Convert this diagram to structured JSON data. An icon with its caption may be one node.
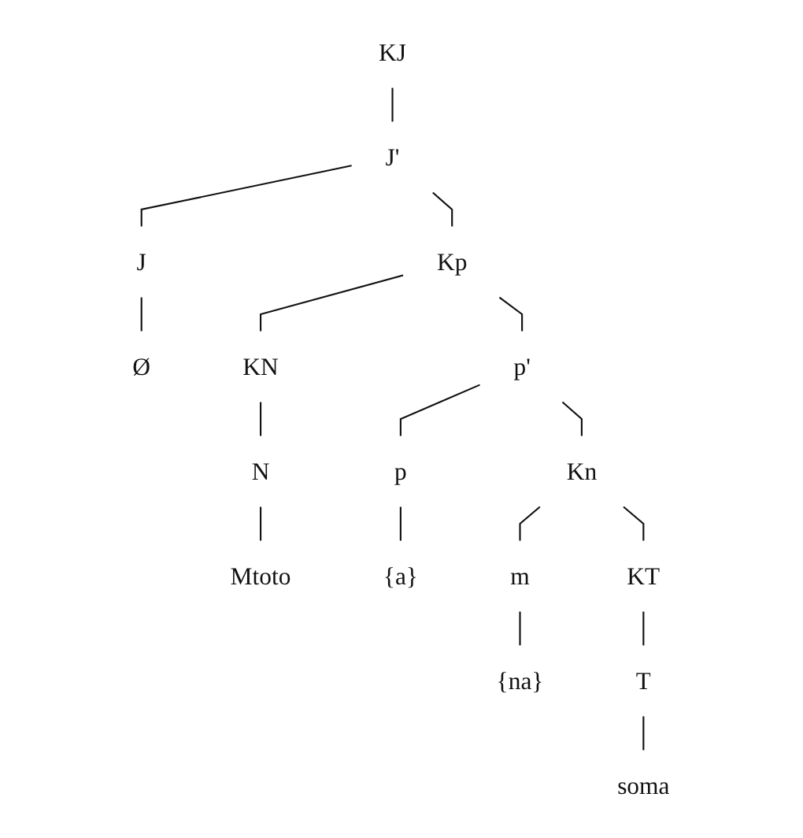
{
  "diagram": {
    "nodes": [
      {
        "text": [
          "KJ"
        ]
      },
      {
        "text": [
          "J'"
        ]
      },
      {
        "text": [
          "J"
        ]
      },
      {
        "text": [
          "Kp"
        ]
      },
      {
        "text": [
          "Ø"
        ]
      },
      {
        "text": [
          "KN"
        ]
      },
      {
        "text": [
          "p'"
        ]
      },
      {
        "text": [
          "p"
        ]
      },
      {
        "text": [
          "Kn"
        ]
      },
      {
        "text": [
          "N"
        ]
      },
      {
        "text": [
          "m"
        ]
      },
      {
        "text": [
          "KT"
        ]
      },
      {
        "text": [
          "T"
        ]
      },
      {
        "text": [
          "Mtoto"
        ]
      },
      {
        "text": [
          "{a}"
        ]
      },
      {
        "text": [
          "{na}"
        ]
      },
      {
        "text": [
          "soma"
        ]
      }
    ],
    "edges": [
      {
        "from": 0,
        "to": 1,
        "arrow": "none"
      },
      {
        "from": 1,
        "to": 2,
        "arrow": "none"
      },
      {
        "from": 1,
        "to": 3,
        "arrow": "none"
      },
      {
        "from": 2,
        "to": 4,
        "arrow": "none"
      },
      {
        "from": 3,
        "to": 5,
        "arrow": "none"
      },
      {
        "from": 3,
        "to": 6,
        "arrow": "none"
      },
      {
        "from": 5,
        "to": 9,
        "arrow": "none"
      },
      {
        "from": 6,
        "to": 7,
        "arrow": "none"
      },
      {
        "from": 6,
        "to": 8,
        "arrow": "none"
      },
      {
        "from": 9,
        "to": 13,
        "arrow": "none"
      },
      {
        "from": 7,
        "to": 14,
        "arrow": "none"
      },
      {
        "from": 8,
        "to": 10,
        "arrow": "none"
      },
      {
        "from": 8,
        "to": 11,
        "arrow": "none"
      },
      {
        "from": 10,
        "to": 15,
        "arrow": "none"
      },
      {
        "from": 11,
        "to": 12,
        "arrow": "none"
      },
      {
        "from": 12,
        "to": 16,
        "arrow": "none"
      }
    ]
  }
}
